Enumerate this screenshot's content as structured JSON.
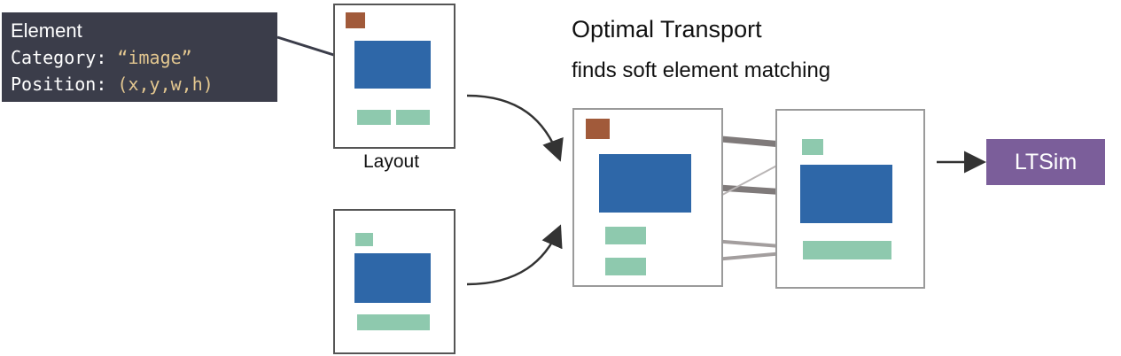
{
  "element_box": {
    "title": "Element",
    "category_label": "Category: ",
    "category_value": "“image”",
    "position_label": "Position: ",
    "position_value": "(x,y,w,h)"
  },
  "layout_caption": "Layout",
  "ot": {
    "title": "Optimal Transport",
    "subtitle": "finds soft element matching"
  },
  "result_label": "LTSim",
  "colors": {
    "image_element": "#2e67a8",
    "text_element": "#8ec9ae",
    "icon_element": "#a15a3a",
    "result_box": "#7b5e9a",
    "tooltip_bg": "#3b3d4a"
  }
}
